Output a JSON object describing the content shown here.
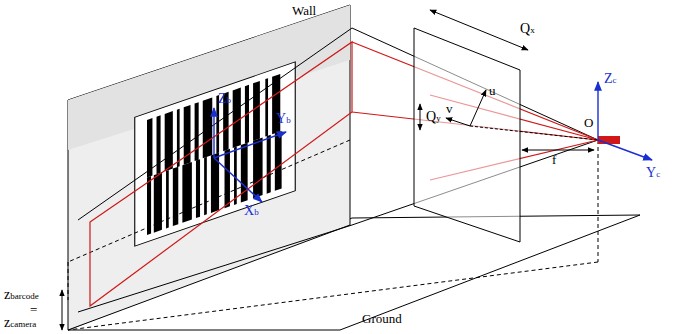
{
  "diagram": {
    "labels": [
      "Wall",
      "Zb",
      "Yb",
      "Xb",
      "Qx",
      "u",
      "Qy",
      "v",
      "Zc",
      "O",
      "f",
      "Yc",
      "zbarcode",
      "=",
      "zcamera",
      "Ground"
    ]
  }
}
